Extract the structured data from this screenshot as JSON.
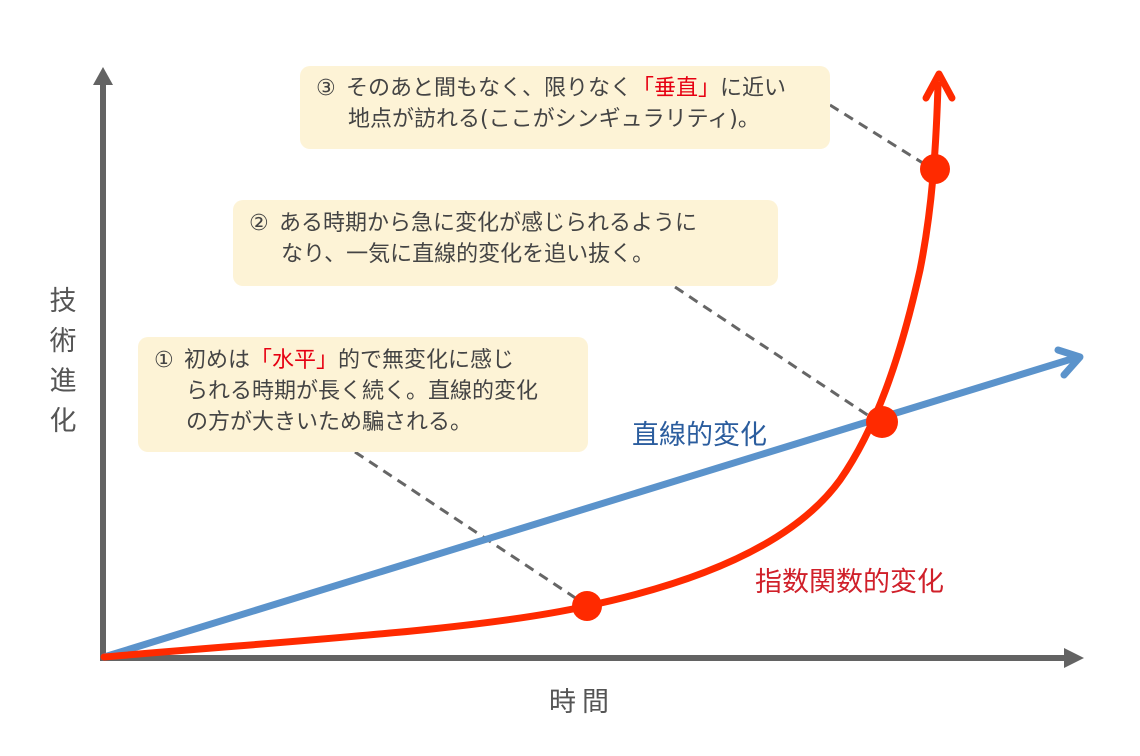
{
  "colors": {
    "axis": "#636363",
    "linear": "#5b93cb",
    "exponential": "#ff2a00",
    "linear_label": "#2b5d9e",
    "exponential_label": "#d0202a",
    "callout_bg": "#fdf3d6",
    "highlight": "#e60012",
    "leader": "#666666"
  },
  "axes": {
    "y_label": [
      "技",
      "術",
      "進",
      "化"
    ],
    "x_label": "時間"
  },
  "series": {
    "linear": {
      "label": "直線的変化"
    },
    "exponential": {
      "label": "指数関数的変化"
    }
  },
  "callouts": [
    {
      "num": "①",
      "line1_pre": "初めは",
      "line1_hl": "「水平」",
      "line1_post": "的で無変化に感じ",
      "line2": "られる時期が長く続く。直線的変化",
      "line3": "の方が大きいため騙される。"
    },
    {
      "num": "②",
      "line1": "ある時期から急に変化が感じられるように",
      "line2": "なり、一気に直線的変化を追い抜く。"
    },
    {
      "num": "③",
      "line1_pre": "そのあと間もなく、限りなく",
      "line1_hl": "「垂直」",
      "line1_post": "に近い",
      "line2": "地点が訪れる(ここがシンギュラリティ)。"
    }
  ],
  "chart_data": {
    "type": "line",
    "title": "",
    "xlabel": "時間",
    "ylabel": "技術進化",
    "grid": false,
    "series": [
      {
        "name": "直線的変化",
        "shape": "linear",
        "x": [
          0,
          1
        ],
        "y": [
          0,
          0.55
        ]
      },
      {
        "name": "指数関数的変化",
        "shape": "exponential",
        "x": [
          0,
          0.5,
          0.8,
          0.85,
          0.87
        ],
        "y": [
          0,
          0.09,
          0.44,
          0.86,
          1.0
        ]
      }
    ],
    "annotations": [
      {
        "id": 1,
        "point": [
          0.5,
          0.09
        ],
        "text": "①初めは「水平」的で無変化に感じられる時期が長く続く。直線的変化の方が大きいため騙される。"
      },
      {
        "id": 2,
        "point": [
          0.8,
          0.44
        ],
        "text": "②ある時期から急に変化が感じられるようになり、一気に直線的変化を追い抜く。"
      },
      {
        "id": 3,
        "point": [
          0.85,
          0.86
        ],
        "text": "③そのあと間もなく、限りなく「垂直」に近い地点が訪れる(ここがシンギュラリティ)。"
      }
    ]
  }
}
